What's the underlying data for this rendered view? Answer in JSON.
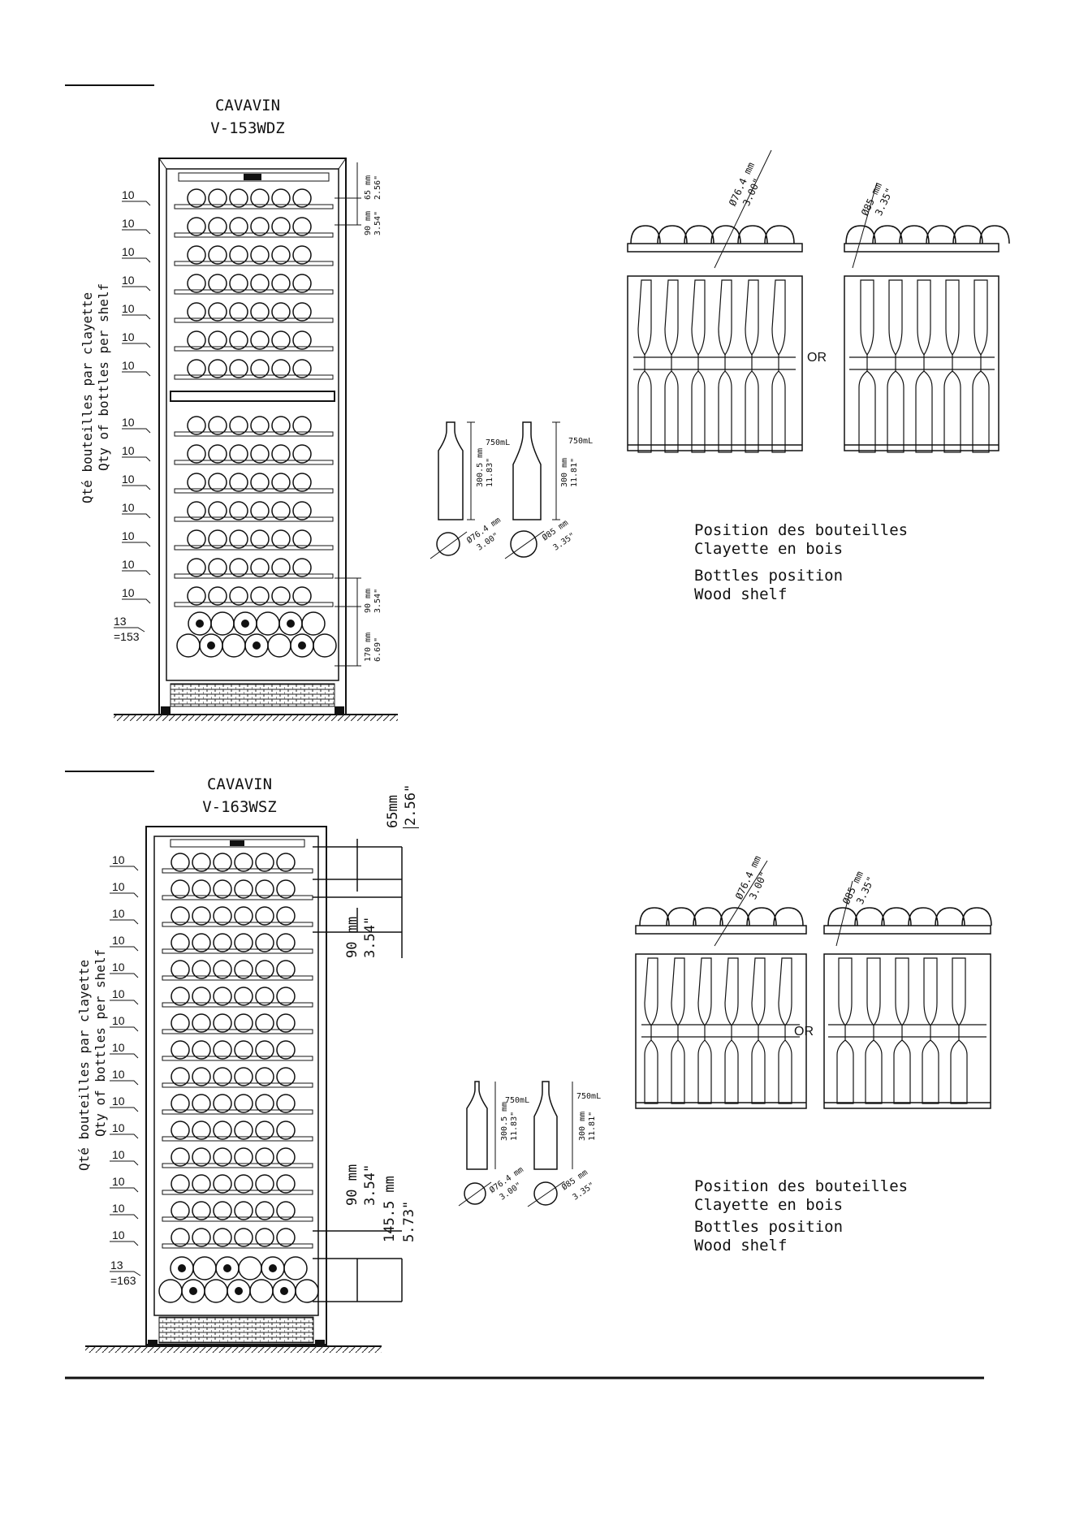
{
  "models": [
    {
      "brand": "CAVAVIN",
      "name": "V-153WDZ",
      "side_label_fr": "Qté bouteilles par clayette",
      "side_label_en": "Qty of bottles per shelf",
      "shelf_qty": [
        "10",
        "10",
        "10",
        "10",
        "10",
        "10",
        "10",
        "10",
        "10",
        "10",
        "10",
        "10",
        "10",
        "10"
      ],
      "bottom_qty": "13",
      "total": "=153",
      "top_gap_mm": "65 mm",
      "top_gap_in": "2.56\"",
      "shelf_gap_mm": "90 mm",
      "shelf_gap_in": "3.54\"",
      "bottom_shelf_gap_mm": "90 mm",
      "bottom_shelf_gap_in": "3.54\"",
      "base_gap_mm": "170 mm",
      "base_gap_in": "6.69\""
    },
    {
      "brand": "CAVAVIN",
      "name": "V-163WSZ",
      "side_label_fr": "Qté bouteilles par clayette",
      "side_label_en": "Qty of bottles per shelf",
      "shelf_qty": [
        "10",
        "10",
        "10",
        "10",
        "10",
        "10",
        "10",
        "10",
        "10",
        "10",
        "10",
        "10",
        "10",
        "10",
        "10"
      ],
      "bottom_qty": "13",
      "total": "=163",
      "top_gap_mm": "65mm",
      "top_gap_in": "2.56\"",
      "shelf_gap_mm": "90 mm",
      "shelf_gap_in": "3.54\"",
      "bottom_shelf_gap_mm": "90 mm",
      "bottom_shelf_gap_in": "3.54\"",
      "base_gap_mm": "145.5 mm",
      "base_gap_in": "5.73\""
    }
  ],
  "bottles": {
    "volume": "750mL",
    "bordeaux_height_mm": "300.5 mm",
    "bordeaux_height_in": "11.83\"",
    "bordeaux_dia_mm": "Ø76.4 mm",
    "bordeaux_dia_in": "3.00\"",
    "burgundy_height_mm": "300 mm",
    "burgundy_height_in": "11.81\"",
    "burgundy_dia_mm": "Ø85 mm",
    "burgundy_dia_in": "3.35\""
  },
  "position": {
    "or_label": "OR",
    "dia_left_mm": "Ø76.4 mm",
    "dia_left_in": "3.00\"",
    "dia_right_mm": "Ø85 mm",
    "dia_right_in": "3.35\"",
    "caption_fr": "Position des bouteilles\nClayette en bois",
    "caption_en": "Bottles position\nWood shelf"
  }
}
